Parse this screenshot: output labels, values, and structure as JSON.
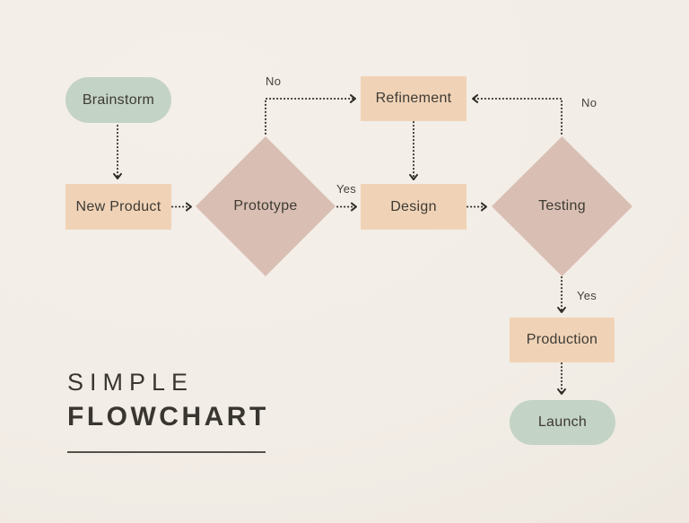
{
  "title": {
    "line1": "SIMPLE",
    "line2": "FLOWCHART"
  },
  "nodes": {
    "brainstorm": {
      "label": "Brainstorm",
      "shape": "rounded"
    },
    "new_product": {
      "label": "New Product",
      "shape": "rect"
    },
    "prototype": {
      "label": "Prototype",
      "shape": "diamond"
    },
    "refinement": {
      "label": "Refinement",
      "shape": "rect"
    },
    "design": {
      "label": "Design",
      "shape": "rect"
    },
    "testing": {
      "label": "Testing",
      "shape": "diamond"
    },
    "production": {
      "label": "Production",
      "shape": "rect"
    },
    "launch": {
      "label": "Launch",
      "shape": "rounded"
    }
  },
  "edges": [
    {
      "from": "Brainstorm",
      "to": "New Product",
      "label": ""
    },
    {
      "from": "New Product",
      "to": "Prototype",
      "label": ""
    },
    {
      "from": "Prototype",
      "to": "Refinement",
      "label": "No"
    },
    {
      "from": "Prototype",
      "to": "Design",
      "label": "Yes"
    },
    {
      "from": "Refinement",
      "to": "Design",
      "label": ""
    },
    {
      "from": "Design",
      "to": "Testing",
      "label": ""
    },
    {
      "from": "Testing",
      "to": "Refinement",
      "label": "No"
    },
    {
      "from": "Testing",
      "to": "Production",
      "label": "Yes"
    },
    {
      "from": "Production",
      "to": "Launch",
      "label": ""
    }
  ],
  "colors": {
    "background": "#f2ede6",
    "terminal_fill": "#c3d3c5",
    "process_fill": "#f0d3b7",
    "decision_fill": "#d9bfb3",
    "node_text": "#3e3a34",
    "edge_label_text": "#45413b",
    "arrow": "#2e2c27",
    "title_text": "#393631",
    "rule": "#55524c"
  }
}
